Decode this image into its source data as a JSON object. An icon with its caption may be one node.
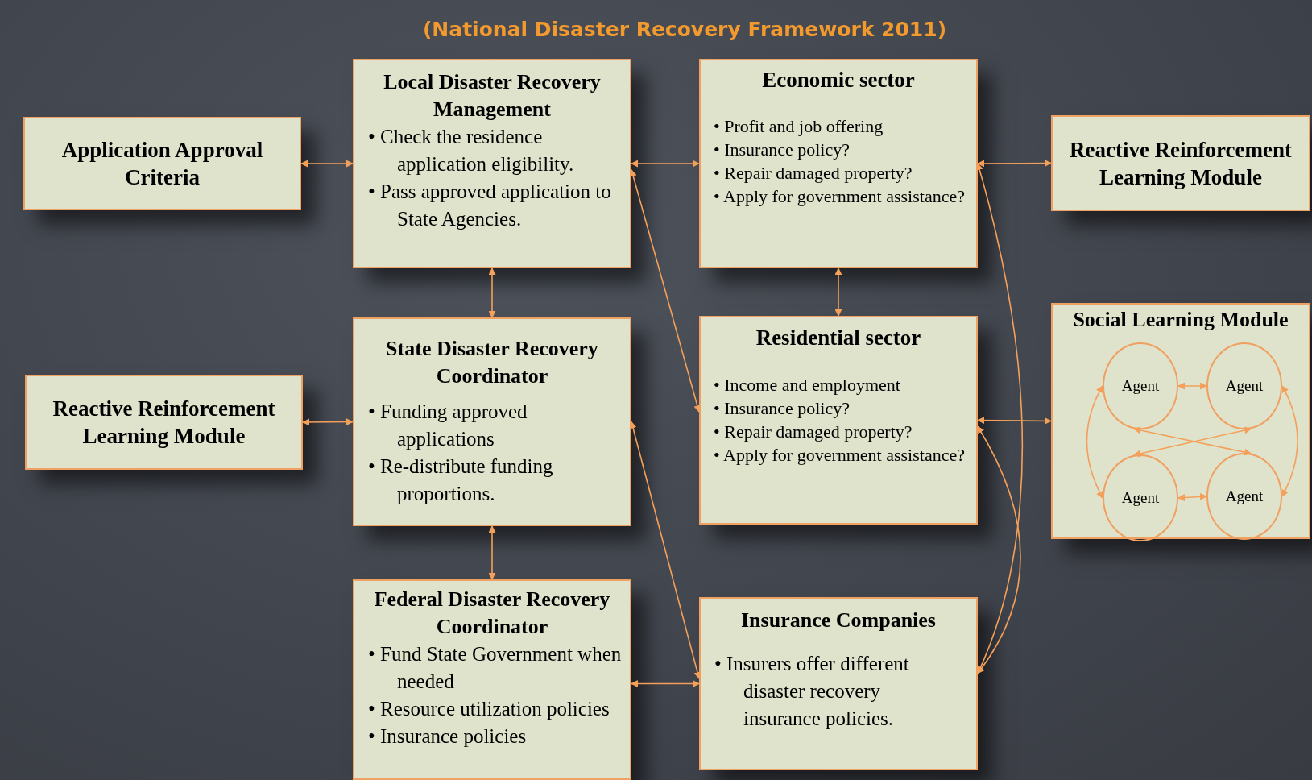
{
  "diagram": {
    "title": "(National Disaster Recovery Framework 2011)",
    "nodes": [
      {
        "text": [
          "Application Approval Criteria"
        ]
      },
      {
        "text": [
          "Local Disaster Recovery Management",
          "• Check the residence application eligibility.",
          "• Pass approved application to State Agencies."
        ]
      },
      {
        "text": [
          "Economic sector",
          "• Profit and job offering",
          "• Insurance policy?",
          "• Repair damaged property?",
          "• Apply for government assistance?"
        ]
      },
      {
        "text": [
          "Reactive Reinforcement Learning Module"
        ]
      },
      {
        "text": [
          "Reactive Reinforcement Learning Module"
        ]
      },
      {
        "text": [
          "State Disaster Recovery Coordinator",
          "• Funding approved applications",
          "• Re-distribute funding proportions."
        ]
      },
      {
        "text": [
          "Residential sector",
          "• Income and employment",
          "• Insurance policy?",
          "• Repair damaged property?",
          "• Apply for government assistance?"
        ]
      },
      {
        "text": [
          "Social Learning Module"
        ]
      },
      {
        "text": [
          "Agent"
        ],
        "in": 7
      },
      {
        "text": [
          "Agent"
        ],
        "in": 7
      },
      {
        "text": [
          "Agent"
        ],
        "in": 7
      },
      {
        "text": [
          "Agent"
        ],
        "in": 7
      },
      {
        "text": [
          "Federal Disaster Recovery Coordinator",
          "• Fund State Government when needed",
          "• Resource utilization policies",
          "• Insurance policies"
        ]
      },
      {
        "text": [
          "Insurance Companies",
          "• Insurers offer different disaster recovery insurance policies."
        ]
      }
    ],
    "edges": [
      {
        "from": 0,
        "to": 1,
        "arrow": "both"
      },
      {
        "from": 1,
        "to": 2,
        "arrow": "both"
      },
      {
        "from": 2,
        "to": 3,
        "arrow": "both"
      },
      {
        "from": 1,
        "to": 5,
        "arrow": "both"
      },
      {
        "from": 2,
        "to": 6,
        "arrow": "both"
      },
      {
        "from": 4,
        "to": 5,
        "arrow": "both"
      },
      {
        "from": 1,
        "to": 6,
        "arrow": "both"
      },
      {
        "from": 6,
        "to": 7,
        "arrow": "both"
      },
      {
        "from": 5,
        "to": 12,
        "arrow": "both"
      },
      {
        "from": 5,
        "to": 13,
        "arrow": "both"
      },
      {
        "from": 12,
        "to": 13,
        "arrow": "both"
      },
      {
        "from": 2,
        "to": 13,
        "arrow": "both"
      },
      {
        "from": 6,
        "to": 13,
        "arrow": "both"
      },
      {
        "from": 8,
        "to": 9,
        "arrow": "both"
      },
      {
        "from": 10,
        "to": 11,
        "arrow": "both"
      },
      {
        "from": 8,
        "to": 10,
        "arrow": "both"
      },
      {
        "from": 9,
        "to": 11,
        "arrow": "both"
      },
      {
        "from": 8,
        "to": 11,
        "arrow": "both"
      },
      {
        "from": 9,
        "to": 10,
        "arrow": "both"
      }
    ]
  }
}
